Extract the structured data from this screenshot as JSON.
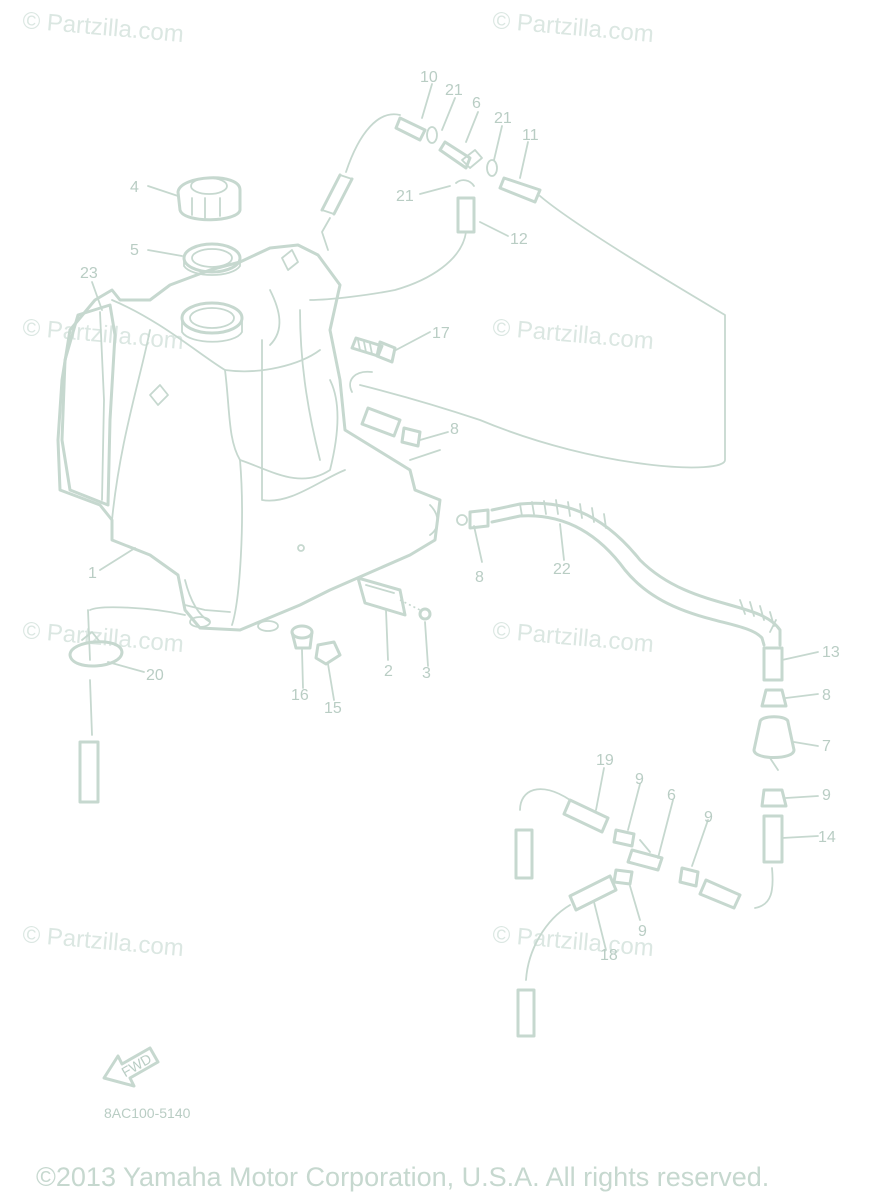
{
  "watermark_text": "© Partzilla.com",
  "part_labels": [
    "1",
    "2",
    "3",
    "4",
    "5",
    "6",
    "7",
    "8",
    "9",
    "10",
    "11",
    "12",
    "13",
    "14",
    "15",
    "16",
    "17",
    "18",
    "19",
    "20",
    "21",
    "22",
    "23"
  ],
  "callouts": {
    "l1": "1",
    "l2": "2",
    "l3": "3",
    "l4": "4",
    "l5": "5",
    "l6a": "6",
    "l6b": "6",
    "l7": "7",
    "l8a": "8",
    "l8b": "8",
    "l8c": "8",
    "l9a": "9",
    "l9b": "9",
    "l9c": "9",
    "l9d": "9",
    "l10": "10",
    "l11": "11",
    "l12": "12",
    "l13": "13",
    "l14": "14",
    "l15": "15",
    "l16": "16",
    "l17": "17",
    "l18": "18",
    "l19": "19",
    "l20": "20",
    "l21a": "21",
    "l21b": "21",
    "l21c": "21",
    "l22": "22",
    "l23": "23"
  },
  "front_arrow_text": "FWD",
  "diagram_code": "8AC100-5140",
  "copyright": "©2013 Yamaha Motor Corporation, U.S.A. All rights reserved."
}
